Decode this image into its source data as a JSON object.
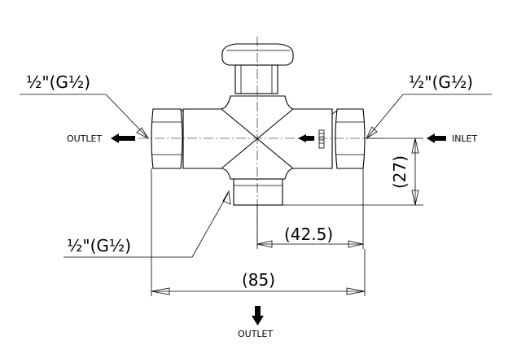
{
  "callouts": {
    "top_left": "½\"(G½)",
    "top_right": "½\"(G½)",
    "bottom_left": "½\"(G½)"
  },
  "labels": {
    "outlet_left": "OUTLET",
    "inlet_right": "INLET",
    "outlet_bottom": "OUTLET"
  },
  "dimensions": {
    "height_27": "(27)",
    "half_width": "(42.5)",
    "overall_width": "(85)"
  }
}
